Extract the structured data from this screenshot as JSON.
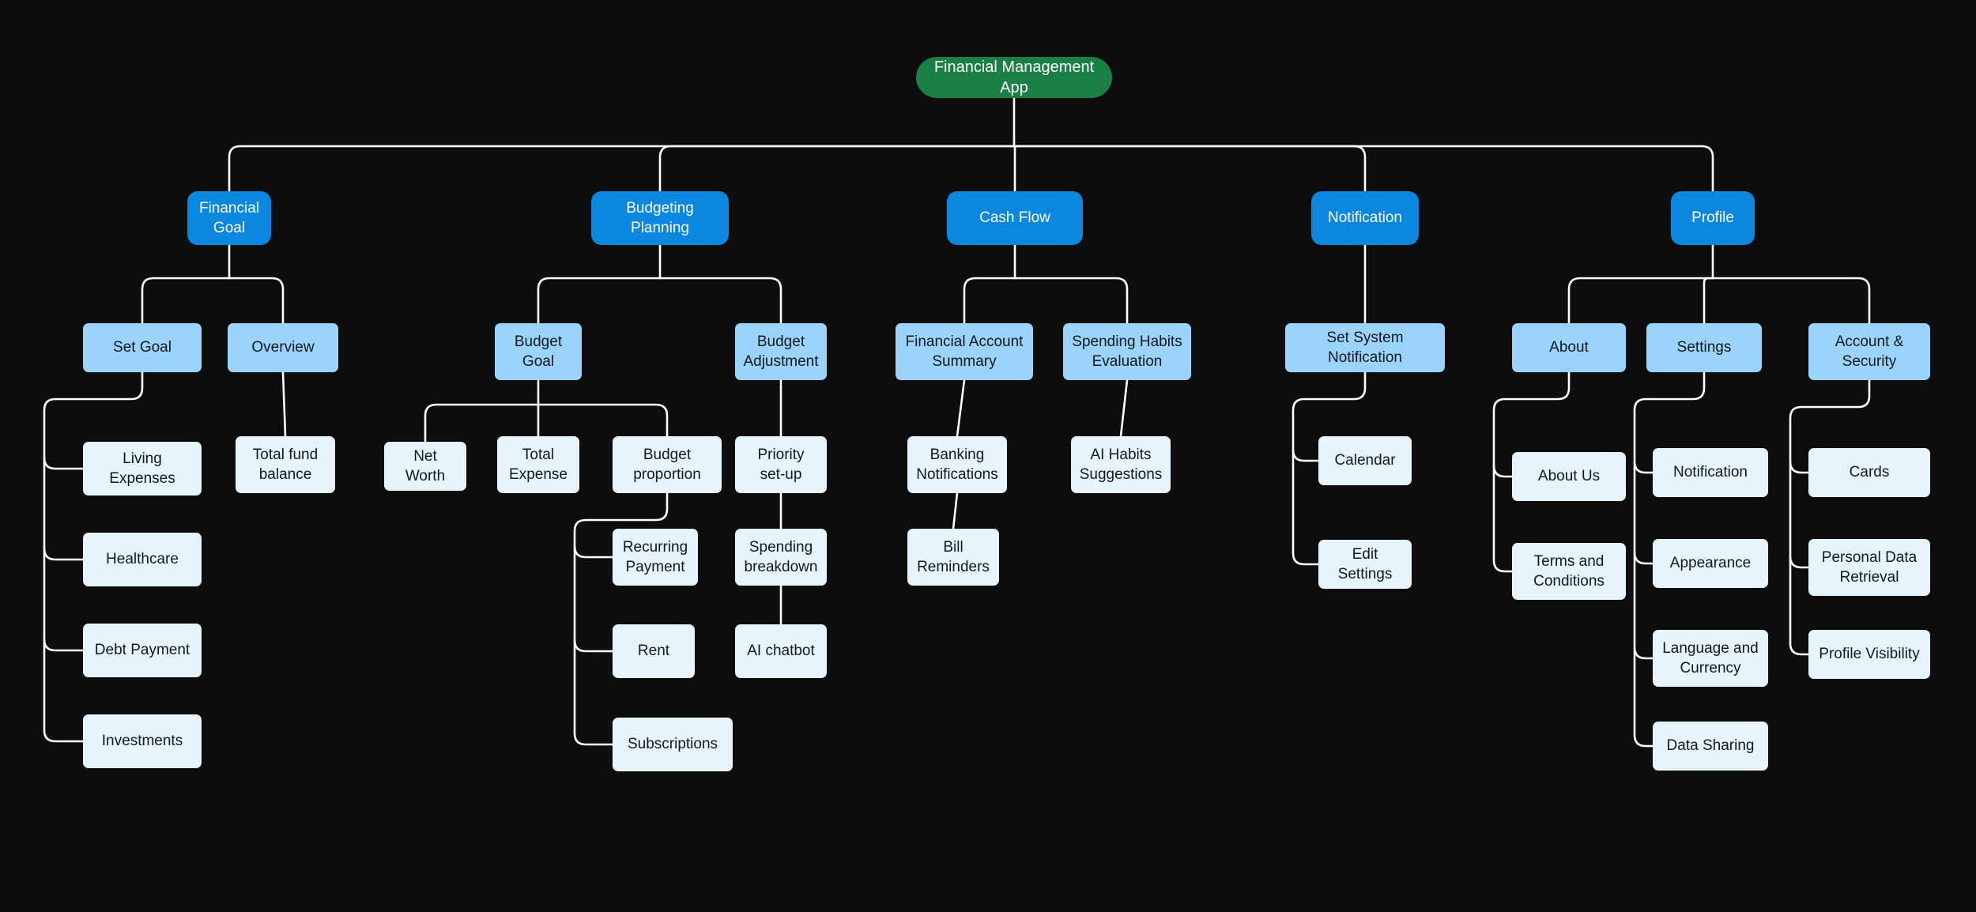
{
  "diagram": {
    "title": "Financial Management App",
    "type": "sitemap-tree",
    "background_color": "#0d0d0d",
    "connector_color": "#ffffff",
    "level_colors": {
      "root": "#1a7f45",
      "section": "#0b87e0",
      "subsection": "#9ad3fb",
      "leaf": "#e6f4fc"
    }
  },
  "nodes": {
    "root": {
      "label": "Financial Management App"
    },
    "sections": [
      {
        "label": "Financial\nGoal"
      },
      {
        "label": "Budgeting Planning"
      },
      {
        "label": "Cash Flow"
      },
      {
        "label": "Notification"
      },
      {
        "label": "Profile"
      }
    ],
    "subsections": [
      {
        "label": "Set Goal"
      },
      {
        "label": "Overview"
      },
      {
        "label": "Budget\nGoal"
      },
      {
        "label": "Budget\nAdjustment"
      },
      {
        "label": "Financial Account\nSummary"
      },
      {
        "label": "Spending Habits\nEvaluation"
      },
      {
        "label": "Set System Notification"
      },
      {
        "label": "About"
      },
      {
        "label": "Settings"
      },
      {
        "label": "Account &\nSecurity"
      }
    ],
    "leaves": [
      {
        "label": "Living Expenses"
      },
      {
        "label": "Healthcare"
      },
      {
        "label": "Debt Payment"
      },
      {
        "label": "Investments"
      },
      {
        "label": "Total fund\nbalance"
      },
      {
        "label": "Net Worth"
      },
      {
        "label": "Total\nExpense"
      },
      {
        "label": "Budget\nproportion"
      },
      {
        "label": "Recurring\nPayment"
      },
      {
        "label": "Rent"
      },
      {
        "label": "Subscriptions"
      },
      {
        "label": "Priority\nset-up"
      },
      {
        "label": "Spending\nbreakdown"
      },
      {
        "label": "AI chatbot"
      },
      {
        "label": "Banking\nNotifications"
      },
      {
        "label": "Bill\nReminders"
      },
      {
        "label": "AI Habits\nSuggestions"
      },
      {
        "label": "Calendar"
      },
      {
        "label": "Edit Settings"
      },
      {
        "label": "About Us"
      },
      {
        "label": "Terms and\nConditions"
      },
      {
        "label": "Notification"
      },
      {
        "label": "Appearance"
      },
      {
        "label": "Language and\nCurrency"
      },
      {
        "label": "Data Sharing"
      },
      {
        "label": "Cards"
      },
      {
        "label": "Personal Data\nRetrieval"
      },
      {
        "label": "Profile Visibility"
      }
    ]
  },
  "tree": {
    "name": "Financial Management App",
    "children": [
      {
        "name": "Financial Goal",
        "children": [
          {
            "name": "Set Goal",
            "children": [
              {
                "name": "Living Expenses"
              },
              {
                "name": "Healthcare"
              },
              {
                "name": "Debt Payment"
              },
              {
                "name": "Investments"
              }
            ]
          },
          {
            "name": "Overview",
            "children": [
              {
                "name": "Total fund balance"
              }
            ]
          }
        ]
      },
      {
        "name": "Budgeting Planning",
        "children": [
          {
            "name": "Budget Goal",
            "children": [
              {
                "name": "Net Worth"
              },
              {
                "name": "Total Expense"
              },
              {
                "name": "Budget proportion",
                "children": [
                  {
                    "name": "Recurring Payment"
                  },
                  {
                    "name": "Rent"
                  },
                  {
                    "name": "Subscriptions"
                  }
                ]
              }
            ]
          },
          {
            "name": "Budget Adjustment",
            "children": [
              {
                "name": "Priority set-up",
                "children": [
                  {
                    "name": "Spending breakdown",
                    "children": [
                      {
                        "name": "AI chatbot"
                      }
                    ]
                  }
                ]
              }
            ]
          }
        ]
      },
      {
        "name": "Cash Flow",
        "children": [
          {
            "name": "Financial Account Summary",
            "children": [
              {
                "name": "Banking Notifications",
                "children": [
                  {
                    "name": "Bill Reminders"
                  }
                ]
              }
            ]
          },
          {
            "name": "Spending Habits Evaluation",
            "children": [
              {
                "name": "AI Habits Suggestions"
              }
            ]
          }
        ]
      },
      {
        "name": "Notification",
        "children": [
          {
            "name": "Set System Notification",
            "children": [
              {
                "name": "Calendar"
              },
              {
                "name": "Edit Settings"
              }
            ]
          }
        ]
      },
      {
        "name": "Profile",
        "children": [
          {
            "name": "About",
            "children": [
              {
                "name": "About Us"
              },
              {
                "name": "Terms and Conditions"
              }
            ]
          },
          {
            "name": "Settings",
            "children": [
              {
                "name": "Notification"
              },
              {
                "name": "Appearance"
              },
              {
                "name": "Language and Currency"
              },
              {
                "name": "Data Sharing"
              }
            ]
          },
          {
            "name": "Account & Security",
            "children": [
              {
                "name": "Cards"
              },
              {
                "name": "Personal Data Retrieval"
              },
              {
                "name": "Profile Visibility"
              }
            ]
          }
        ]
      }
    ]
  }
}
